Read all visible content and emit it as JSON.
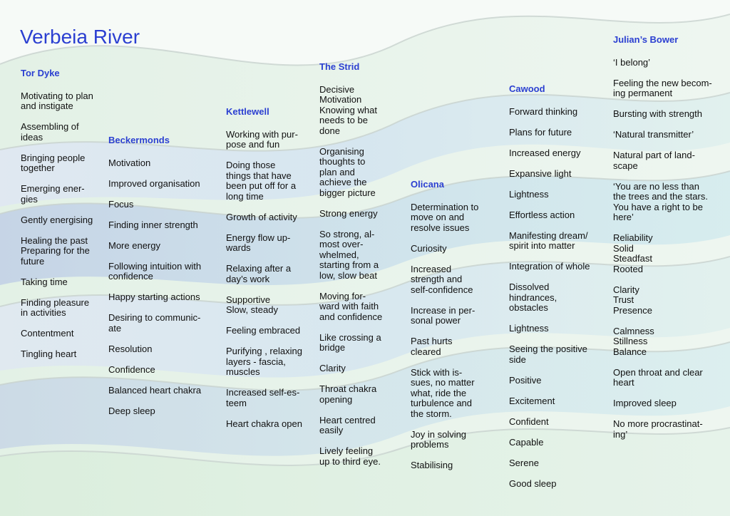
{
  "page": {
    "title": "Verbeia River",
    "colors": {
      "heading": "#2b3fd1",
      "text": "#111111"
    },
    "columns": [
      {
        "heading": "Tor Dyke",
        "items": [
          "Motivating to plan\nand instigate",
          "Assembling of\nideas",
          "Bringing people\ntogether",
          "Emerging ener-\ngies",
          "Gently energising",
          "Healing the past\nPreparing  for the\nfuture",
          "Taking time",
          "Finding pleasure\nin activities",
          "Contentment",
          "Tingling heart"
        ]
      },
      {
        "heading": "Beckermonds",
        "items": [
          "Motivation",
          "Improved organisation",
          "Focus",
          "Finding inner strength",
          "More energy",
          "Following intuition with\nconfidence",
          "Happy starting actions",
          "Desiring to communic-\nate",
          "Resolution",
          "Confidence",
          "Balanced heart chakra",
          "Deep sleep"
        ]
      },
      {
        "heading": "Kettlewell",
        "items": [
          "Working with pur-\npose and fun",
          "Doing those\nthings that have\nbeen put off for a\nlong time",
          "Growth of activity",
          "Energy flow up-\nwards",
          "Relaxing after a\nday’s work",
          "Supportive\nSlow, steady",
          "Feeling embraced",
          "Purifying , relaxing\nlayers - fascia,\nmuscles",
          "Increased self-es-\nteem",
          "Heart chakra open"
        ]
      },
      {
        "heading": "The Strid",
        "items": [
          "Decisive\nMotivation\nKnowing what\nneeds to be\ndone",
          "Organising\nthoughts to\nplan and\nachieve the\nbigger picture",
          "Strong energy",
          "So strong, al-\nmost over-\nwhelmed,\nstarting from a\nlow, slow beat",
          "Moving for-\nward with faith\nand confidence",
          "Like crossing a\nbridge",
          "Clarity",
          "Throat chakra\nopening",
          "Heart centred\neasily",
          "Lively feeling\nup to third eye."
        ]
      },
      {
        "heading": "Olicana",
        "items": [
          "Determination to\nmove on and\nresolve issues",
          "Curiosity",
          "Increased\nstrength and\nself-confidence",
          "Increase in per-\nsonal power",
          "Past hurts\ncleared",
          "Stick with is-\nsues, no matter\nwhat, ride the\nturbulence and\nthe storm.",
          "Joy in solving\nproblems",
          "Stabilising"
        ]
      },
      {
        "heading": "Cawood",
        "items": [
          "Forward thinking",
          "Plans for future",
          "Increased energy",
          "Expansive light",
          "Lightness",
          "Effortless action",
          "Manifesting dream/\nspirit into matter",
          "Integration of whole",
          "Dissolved\nhindrances,\nobstacles",
          "Lightness",
          "Seeing the positive\nside",
          "Positive",
          "Excitement",
          "Confident",
          "Capable",
          "Serene",
          "Good sleep"
        ]
      },
      {
        "heading": "Julian’s Bower",
        "items": [
          "‘I belong’",
          "Feeling the new becom-\ning permanent",
          "Bursting with strength",
          "‘Natural transmitter’",
          "Natural part of land-\nscape",
          "‘You are no less than\nthe trees and the stars.\nYou have a right to be\nhere’",
          "Reliability\nSolid\nSteadfast\nRooted",
          "Clarity\nTrust\nPresence",
          "Calmness\nStillness\nBalance",
          "Open throat and clear\nheart",
          "Improved sleep",
          "No more procrastinat-\ning’"
        ]
      }
    ]
  }
}
